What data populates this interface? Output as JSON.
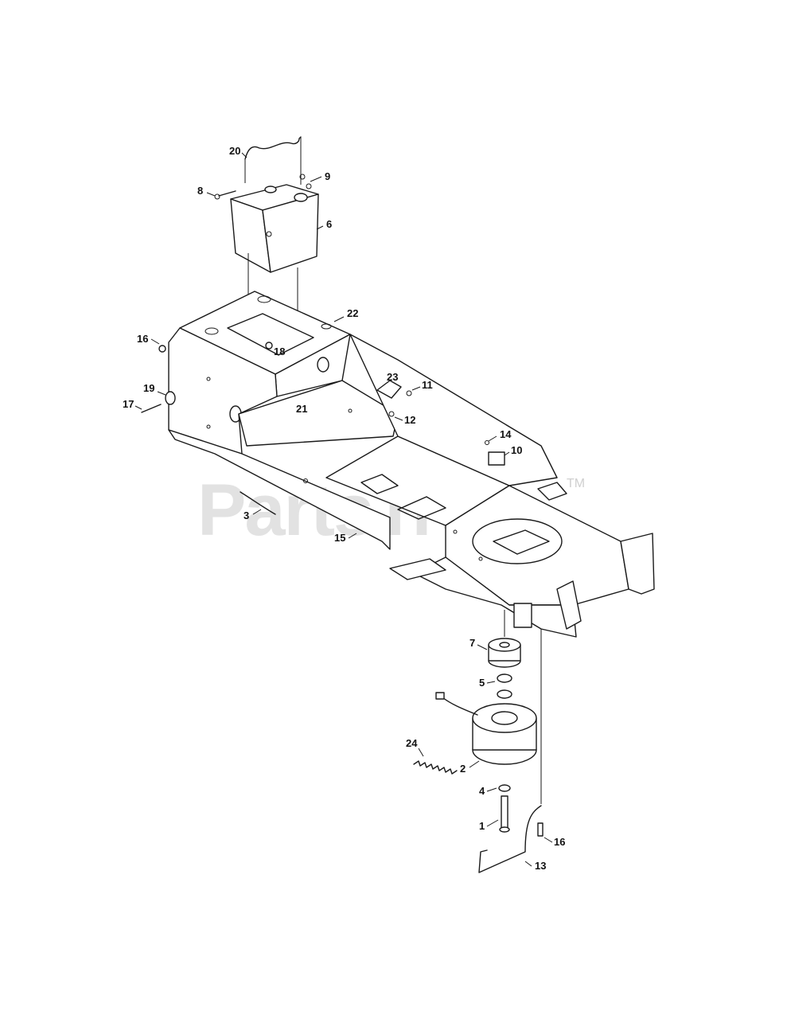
{
  "watermark": {
    "text": "PartsTree",
    "trademark": "TM"
  },
  "callouts": [
    "20",
    "9",
    "8",
    "6",
    "22",
    "16",
    "18",
    "23",
    "11",
    "19",
    "17",
    "21",
    "12",
    "14",
    "10",
    "3",
    "15",
    "7",
    "5",
    "24",
    "2",
    "4",
    "1",
    "16",
    "13"
  ]
}
